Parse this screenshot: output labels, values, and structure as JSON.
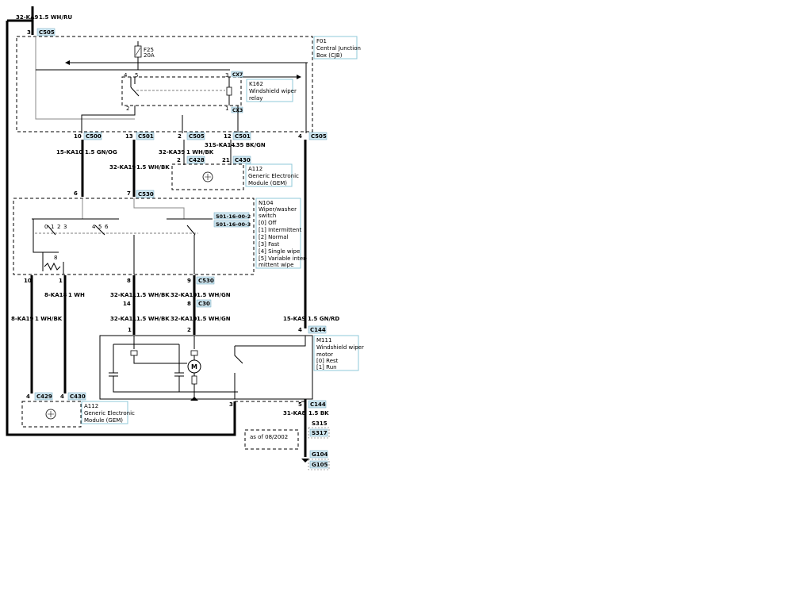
{
  "top_wire": {
    "circuit": "32-KA9",
    "spec": "1.5 WH/RU",
    "pin": "3",
    "conn": "C505"
  },
  "fuse": {
    "name": "F25",
    "value": "20A"
  },
  "cjb": {
    "line1": "F01",
    "line2": "Central Junction",
    "line3": "Box (CJB)"
  },
  "relay": {
    "line1": "K162",
    "line2": "Windshield wiper",
    "line3": "relay",
    "pins": [
      "4",
      "5",
      "3",
      "1",
      "2"
    ],
    "conn_a": "CX7",
    "conn_b": "CX3"
  },
  "cjb_pins": [
    {
      "pin": "10",
      "conn": "C500"
    },
    {
      "pin": "13",
      "conn": "C501"
    },
    {
      "pin": "2",
      "conn": "C505"
    },
    {
      "pin": "12",
      "conn": "C501"
    },
    {
      "pin": "4",
      "conn": "C505"
    }
  ],
  "wires_mid": [
    {
      "circuit": "15-KA10",
      "spec": "1.5 GN/OG"
    },
    {
      "circuit": "32-KA39",
      "spec": "1 WH/BK"
    },
    {
      "circuit": "31S-KA14",
      "spec": ".35 BK/GN"
    },
    {
      "circuit": "32-KA19",
      "spec": "1.5 WH/BK"
    }
  ],
  "gem_top": {
    "pin_a": "2",
    "conn_a": "C428",
    "pin_b": "21",
    "conn_b": "C430",
    "line1": "A112",
    "line2": "Generic Electronic",
    "line3": "Module (GEM)"
  },
  "switch_conn": {
    "pin_a": "6",
    "pin_b": "7",
    "conn": "C530"
  },
  "switch": {
    "line1": "N104",
    "line2": "Wiper/washer",
    "line3": "switch",
    "line4": "[0] Off",
    "line5": "[1] Intermittent",
    "line6": "[2] Normal",
    "line7": "[3] Fast",
    "line8": "[4] Single wipe",
    "line9": "[5] Variable inter-",
    "line10": "mittent wipe",
    "ref1": "501-16-00-2",
    "ref2": "501-16-00-3",
    "positions": [
      "0",
      "1",
      "2",
      "3",
      "4",
      "5",
      "6",
      "8"
    ]
  },
  "switch_bottom": [
    {
      "pin": "10"
    },
    {
      "pin": "1"
    },
    {
      "pin": "8"
    },
    {
      "pin": "9",
      "conn": "C530"
    }
  ],
  "wires_low": [
    {
      "circuit": "8-KA18",
      "spec": "1 WH"
    },
    {
      "circuit": "32-KA11",
      "spec": "1.5 WH/BK"
    },
    {
      "circuit": "32-KA10",
      "spec": "1.5 WH/GN"
    },
    {
      "circuit": "8-KA19",
      "spec": "1 WH/BK"
    },
    {
      "circuit": "15-KA9",
      "spec": "1.5 GN/RD"
    }
  ],
  "c30": {
    "pin_a": "14",
    "pin_b": "8",
    "conn": "C30"
  },
  "motor_conn": {
    "pin_a": "1",
    "pin_b": "2",
    "pin_c": "4",
    "conn": "C144"
  },
  "motor": {
    "line1": "M111",
    "line2": "Windshield wiper",
    "line3": "motor",
    "line4": "[0] Rest",
    "line5": "[1] Run",
    "symbol": "M"
  },
  "gem_bottom": {
    "pin_a": "4",
    "conn_a": "C429",
    "pin_b": "4",
    "conn_b": "C430",
    "line1": "A112",
    "line2": "Generic Electronic",
    "line3": "Module (GEM)"
  },
  "ground": {
    "pin": "3",
    "pin_b": "5",
    "conn": "C144",
    "circuit": "31-KA8",
    "spec": "1.5 BK",
    "splice": "S315",
    "splice2": "S317",
    "note": "as of 08/2002",
    "g1": "G104",
    "g2": "G105"
  }
}
